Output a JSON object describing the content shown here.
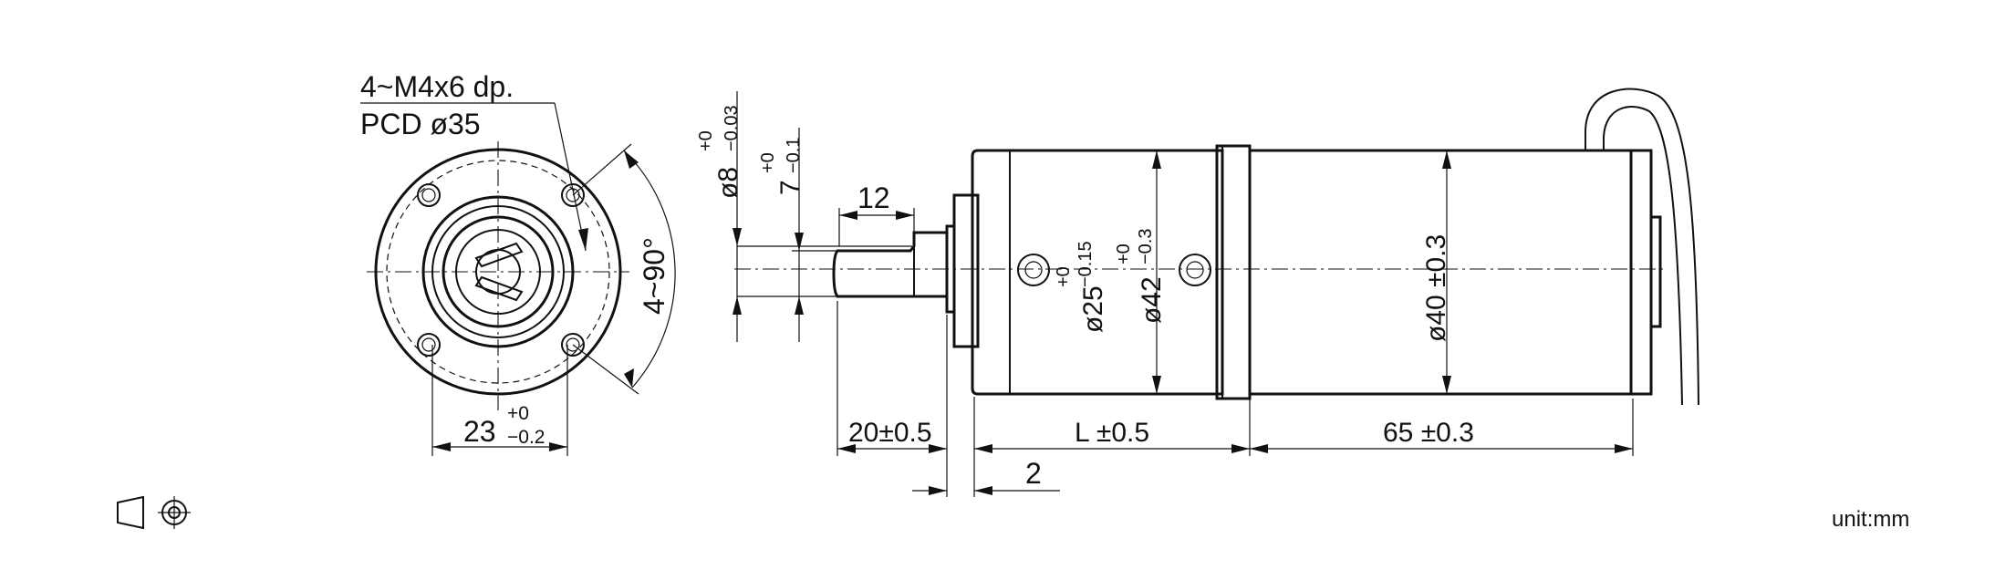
{
  "annotations": {
    "hole_spec": "4~M4x6 dp.",
    "pcd": "PCD ø35",
    "hole_angle": "4~90°",
    "flange_width_value": "23",
    "flange_width_tol_upper": "+0",
    "flange_width_tol_lower": "−0.2",
    "shaft_dia_value": "ø8",
    "shaft_dia_tol_upper": "+0",
    "shaft_dia_tol_lower": "−0.03",
    "shaft_flat_value": "7",
    "shaft_flat_tol_upper": "+0",
    "shaft_flat_tol_lower": "−0.1",
    "key_length": "12",
    "pilot_dia_value": "ø25",
    "pilot_dia_tol_upper": "+0",
    "pilot_dia_tol_lower": "−0.15",
    "gear_dia_value": "ø42",
    "gear_dia_tol_upper": "+0",
    "gear_dia_tol_lower": "−0.3",
    "motor_dia": "ø40 ±0.3",
    "shaft_length": "20±0.5",
    "gearbox_length": "L ±0.5",
    "motor_length": "65 ±0.3",
    "pilot_length": "2",
    "unit": "unit:mm"
  },
  "symbols": {
    "projection_frustum": "projection-frustum-icon",
    "projection_circle": "projection-circle-icon"
  }
}
